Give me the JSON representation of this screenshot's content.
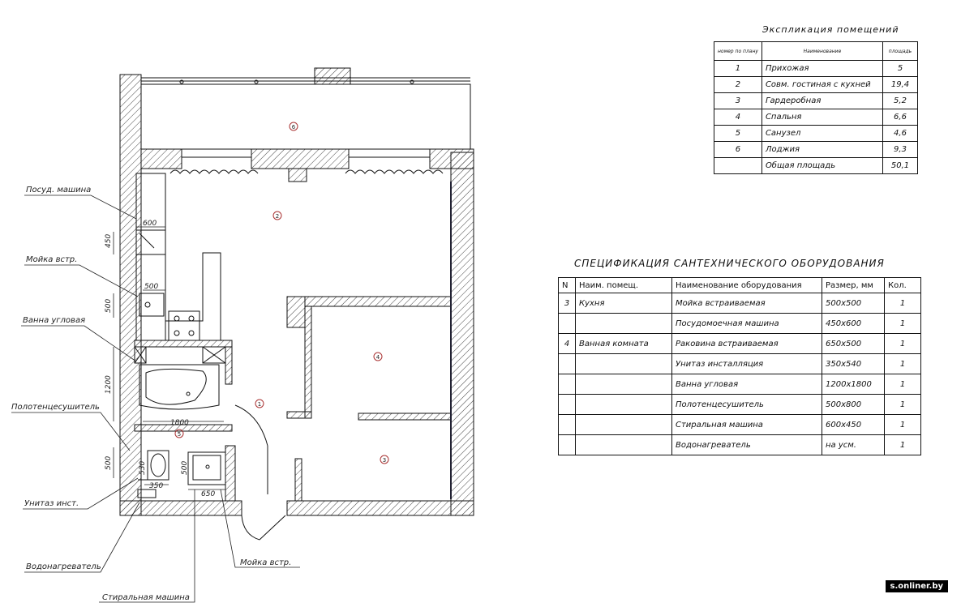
{
  "explication": {
    "title": "Экспликация помещений",
    "headers": {
      "number": "номер по плану",
      "name": "Наименование",
      "area": "площадь"
    },
    "rows": [
      {
        "number": "1",
        "name": "Прихожая",
        "area": "5"
      },
      {
        "number": "2",
        "name": "Совм. гостиная с кухней",
        "area": "19,4"
      },
      {
        "number": "3",
        "name": "Гардеробная",
        "area": "5,2"
      },
      {
        "number": "4",
        "name": "Спальня",
        "area": "6,6"
      },
      {
        "number": "5",
        "name": "Санузел",
        "area": "4,6"
      },
      {
        "number": "6",
        "name": "Лоджия",
        "area": "9,3"
      }
    ],
    "total": {
      "label": "Общая площадь",
      "area": "50,1"
    }
  },
  "specification": {
    "title": "СПЕЦИФИКАЦИЯ САНТЕХНИЧЕСКОГО ОБОРУДОВАНИЯ",
    "headers": {
      "n": "N",
      "room": "Наим. помещ.",
      "equipment": "Наименование оборудования",
      "size": "Размер, мм",
      "qty": "Кол."
    },
    "rows": [
      {
        "n": "3",
        "room": "Кухня",
        "equipment": "Мойка встраиваемая",
        "size": "500x500",
        "qty": "1"
      },
      {
        "n": "",
        "room": "",
        "equipment": "Посудомоечная машина",
        "size": "450x600",
        "qty": "1"
      },
      {
        "n": "4",
        "room": "Ванная комната",
        "equipment": "Раковина встраиваемая",
        "size": "650x500",
        "qty": "1"
      },
      {
        "n": "",
        "room": "",
        "equipment": "Унитаз инсталляция",
        "size": "350x540",
        "qty": "1"
      },
      {
        "n": "",
        "room": "",
        "equipment": "Ванна угловая",
        "size": "1200x1800",
        "qty": "1"
      },
      {
        "n": "",
        "room": "",
        "equipment": "Полотенцесушитель",
        "size": "500x800",
        "qty": "1"
      },
      {
        "n": "",
        "room": "",
        "equipment": "Стиральная машина",
        "size": "600x450",
        "qty": "1"
      },
      {
        "n": "",
        "room": "",
        "equipment": "Водонагреватель",
        "size": "на усм.",
        "qty": "1"
      }
    ]
  },
  "callouts": {
    "dishwasher": "Посуд. машина",
    "kitchen_sink": "Мойка встр.",
    "corner_bath": "Ванна угловая",
    "towel_dryer": "Полотенцесушитель",
    "toilet": "Унитаз инст.",
    "water_heater": "Водонагреватель",
    "washing_machine": "Стиральная машина",
    "bath_sink": "Мойка встр."
  },
  "room_markers": {
    "r1": "1",
    "r2": "2",
    "r3": "3",
    "r4": "4",
    "r5": "5",
    "r6": "6"
  },
  "dimensions": {
    "d600": "600",
    "d450": "450",
    "d500a": "500",
    "d500b": "500",
    "d1200": "1200",
    "d1800": "1800",
    "d500c": "500",
    "d530": "530",
    "d350": "350",
    "d500d": "500",
    "d650": "650"
  },
  "watermark": "s.onliner.by"
}
